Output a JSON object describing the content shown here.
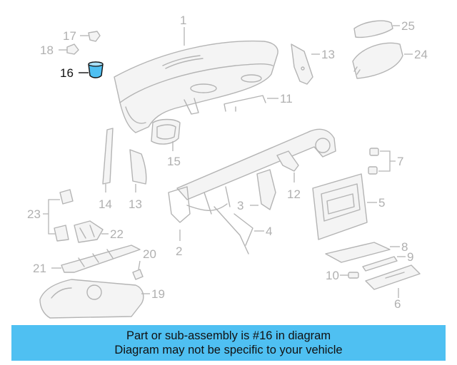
{
  "highlight_color": "#4fc0f2",
  "highlighted_part": "16",
  "callouts": {
    "c1": "1",
    "c2": "2",
    "c3": "3",
    "c4": "4",
    "c5": "5",
    "c6": "6",
    "c7": "7",
    "c8": "8",
    "c9": "9",
    "c10": "10",
    "c11": "11",
    "c12": "12",
    "c13a": "13",
    "c13b": "13",
    "c14": "14",
    "c15": "15",
    "c16": "16",
    "c17": "17",
    "c18": "18",
    "c19": "19",
    "c20": "20",
    "c21": "21",
    "c22": "22",
    "c23": "23",
    "c24": "24",
    "c25": "25"
  },
  "banner": {
    "line1": "Part or sub-assembly is #16 in diagram",
    "line2": "Diagram may not be specific to your vehicle"
  }
}
